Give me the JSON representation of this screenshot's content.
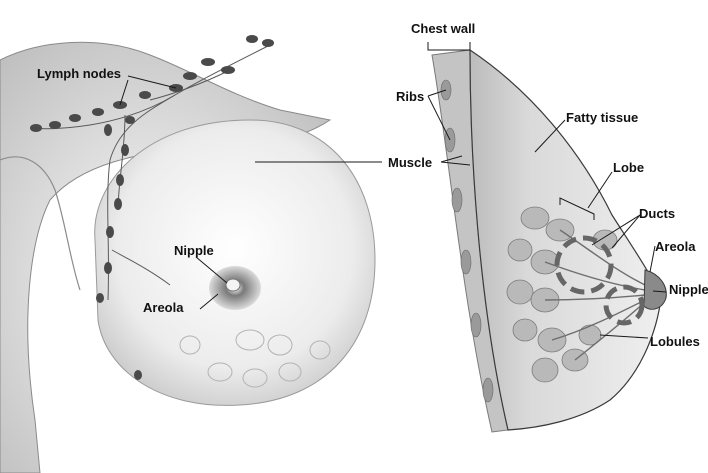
{
  "labels": {
    "lymph_nodes": "Lymph nodes",
    "nipple_front": "Nipple",
    "areola_front": "Areola",
    "chest_wall": "Chest wall",
    "ribs": "Ribs",
    "muscle": "Muscle",
    "fatty_tissue": "Fatty tissue",
    "lobe": "Lobe",
    "ducts": "Ducts",
    "areola_side": "Areola",
    "nipple_side": "Nipple",
    "lobules": "Lobules"
  },
  "colors": {
    "line": "#1a1a1a",
    "tissue": "#d9d9d9",
    "node": "#4a4a4a",
    "highlight_circle": "#666666"
  }
}
